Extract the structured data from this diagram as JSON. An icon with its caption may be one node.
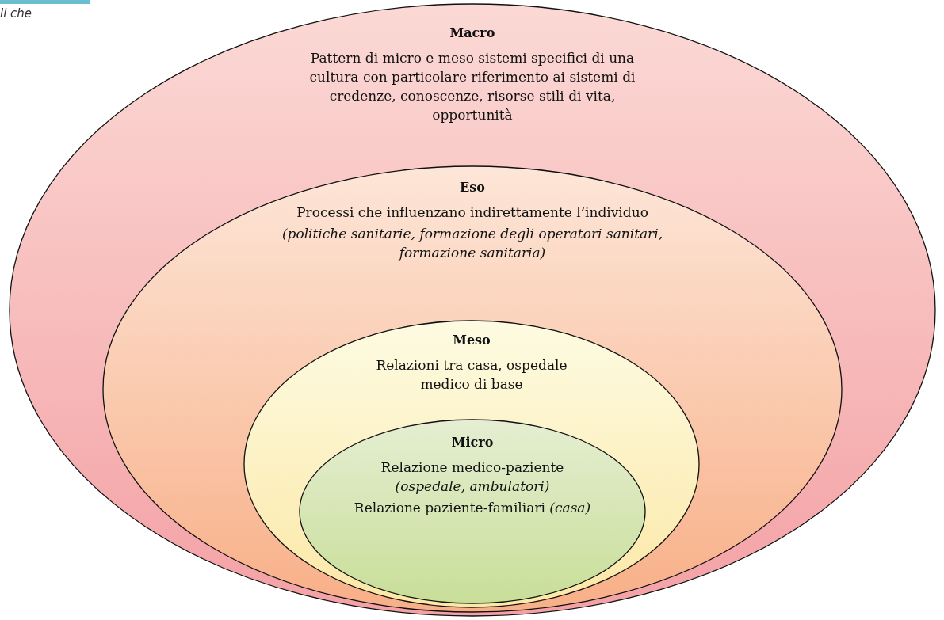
{
  "diagram": {
    "nodes": [
      {
        "text": [
          "Macro",
          "Pattern di micro e meso sistemi specifici di una cultura con particolare riferimento ai sistemi di credenze, conoscenze, risorse stili di vita, opportunità"
        ]
      },
      {
        "text": [
          "Eso",
          "Processi che influenzano indirettamente l’individuo",
          "(politiche sanitarie, formazione degli operatori sanitari, formazione sanitaria)"
        ],
        "in": 0
      },
      {
        "text": [
          "Meso",
          "Relazioni tra casa, ospedale medico di base"
        ],
        "in": 1
      },
      {
        "text": [
          "Micro",
          "Relazione medico-paziente *(ospedale, ambulatori)*",
          "Relazione paziente-familiari *(casa)*"
        ],
        "in": 2
      }
    ],
    "labels": [
      "li che"
    ]
  }
}
